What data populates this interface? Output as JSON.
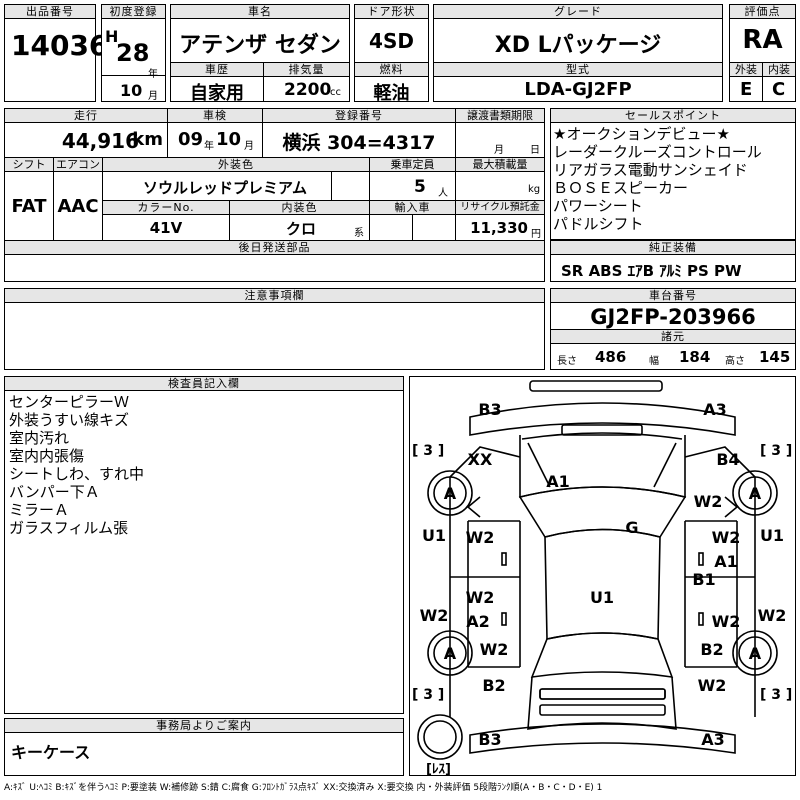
{
  "headers": {
    "lot_no": "出品番号",
    "first_reg": "初度登録",
    "car_name": "車名",
    "door": "ドア形状",
    "grade": "グレード",
    "score": "評価点",
    "history": "車歴",
    "displacement": "排気量",
    "fuel": "燃料",
    "model_type": "型式",
    "exterior": "外装",
    "interior": "内装",
    "mileage": "走行",
    "inspection": "車検",
    "reg_no": "登録番号",
    "transfer": "譲渡書類期限",
    "sales_point": "セールスポイント",
    "shift": "シフト",
    "ac": "エアコン",
    "ext_color": "外装色",
    "capacity": "乗車定員",
    "max_load": "最大積載量",
    "color_no": "カラーNo.",
    "int_color": "内装色",
    "import": "輸入車",
    "recycle": "リサイクル預託金",
    "later_parts": "後日発送部品",
    "genuine": "純正装備",
    "notes": "注意事項欄",
    "chassis": "車台番号",
    "specs": "諸元",
    "inspector": "検査員記入欄",
    "office": "事務局よりご案内"
  },
  "lot_no": "14036",
  "era": "H",
  "year": "28",
  "year_unit": "年",
  "month": "10",
  "month_unit": "月",
  "car_name": "アテンザ セダン",
  "door": "4SD",
  "grade": "XD Lパッケージ",
  "score": "RA",
  "history": "自家用",
  "displacement": "2200",
  "displacement_unit": "cc",
  "fuel": "軽油",
  "model_type": "LDA-GJ2FP",
  "exterior_grade": "E",
  "interior_grade": "C",
  "mileage": "44,916",
  "mileage_unit": "km",
  "insp_year": "09",
  "insp_year_unit": "年",
  "insp_month": "10",
  "insp_month_unit": "月",
  "reg_no": "横浜 304=4317",
  "transfer_month_unit": "月",
  "transfer_day_unit": "日",
  "sales_points": [
    "★オークションデビュー★",
    "レーダークルーズコントロール",
    "リアガラス電動サンシェイド",
    "ＢＯＳＥスピーカー",
    "パワーシート",
    "パドルシフト"
  ],
  "shift": "FAT",
  "ac": "AAC",
  "ext_color": "ソウルレッドプレミアム",
  "capacity": "5",
  "capacity_unit": "人",
  "max_load_unit": "kg",
  "color_no": "41V",
  "int_color": "クロ",
  "int_color_unit": "系",
  "recycle": "11,330",
  "recycle_unit": "円",
  "genuine": "SR ABS ｴｱB ｱﾙﾐ PS PW",
  "chassis_no": "GJ2FP-203966",
  "length_label": "長さ",
  "length": "486",
  "width_label": "幅",
  "width": "184",
  "height_label": "高さ",
  "height": "145",
  "inspector_notes": [
    "センターピラーＷ",
    "外装うすい線キズ",
    "室内汚れ",
    "室内内張傷",
    "シートしわ、すれ中",
    "バンパー下Ａ",
    "ミラーＡ",
    "ガラスフィルム張"
  ],
  "office_note": "キーケース",
  "legend": "A:ｷｽﾞ U:ﾍｺﾐ B:ｷｽﾞを伴うﾍｺﾐ P:要塗装 W:補修跡 S:錆 C:腐食 G:ﾌﾛﾝﾄｶﾞﾗｽ点ｷｽﾞ XX:交換済み X:要交換 内・外装評価 5段階ﾗﾝｸ順(A・B・C・D・E) 1",
  "diagram": {
    "labels": [
      "B3",
      "A3",
      "XX",
      "A1",
      "B4",
      "W2",
      "U1",
      "W2",
      "G",
      "W2",
      "A1",
      "B1",
      "U1",
      "W2",
      "A2",
      "U1",
      "W2",
      "W2",
      "W2",
      "B2",
      "B2",
      "W2",
      "B3",
      "A3",
      "W2",
      "W2"
    ],
    "tires": [
      "A",
      "A",
      "A",
      "A"
    ],
    "tire_counts": [
      "[ 3 ]",
      "[ 3 ]",
      "[ 3 ]",
      "[ 3 ]"
    ],
    "spare": "[ﾚｽ]"
  }
}
